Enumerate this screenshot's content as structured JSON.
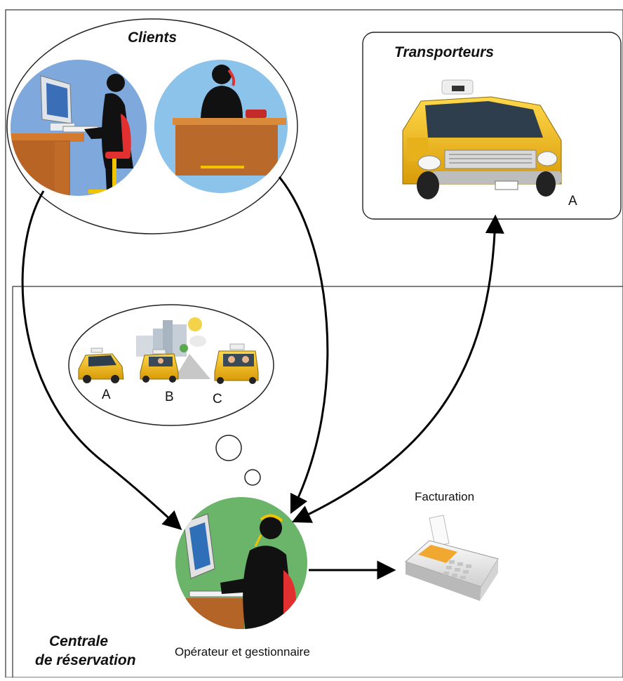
{
  "clients": {
    "title": "Clients"
  },
  "transporteurs": {
    "title": "Transporteurs",
    "car_label": "A"
  },
  "choices": {
    "labels": [
      "A",
      "B",
      "C"
    ]
  },
  "facturation": {
    "label": "Facturation"
  },
  "operator": {
    "label": "Opérateur et gestionnaire"
  },
  "centrale": {
    "line1": "Centrale",
    "line2": "de réservation"
  },
  "colors": {
    "client_circle_bg": "#7fa8dc",
    "phone_circle_bg": "#8cc3ea",
    "operator_bg": "#6ab56a",
    "taxi_yellow": "#f5c21a",
    "arrow": "#000000"
  }
}
